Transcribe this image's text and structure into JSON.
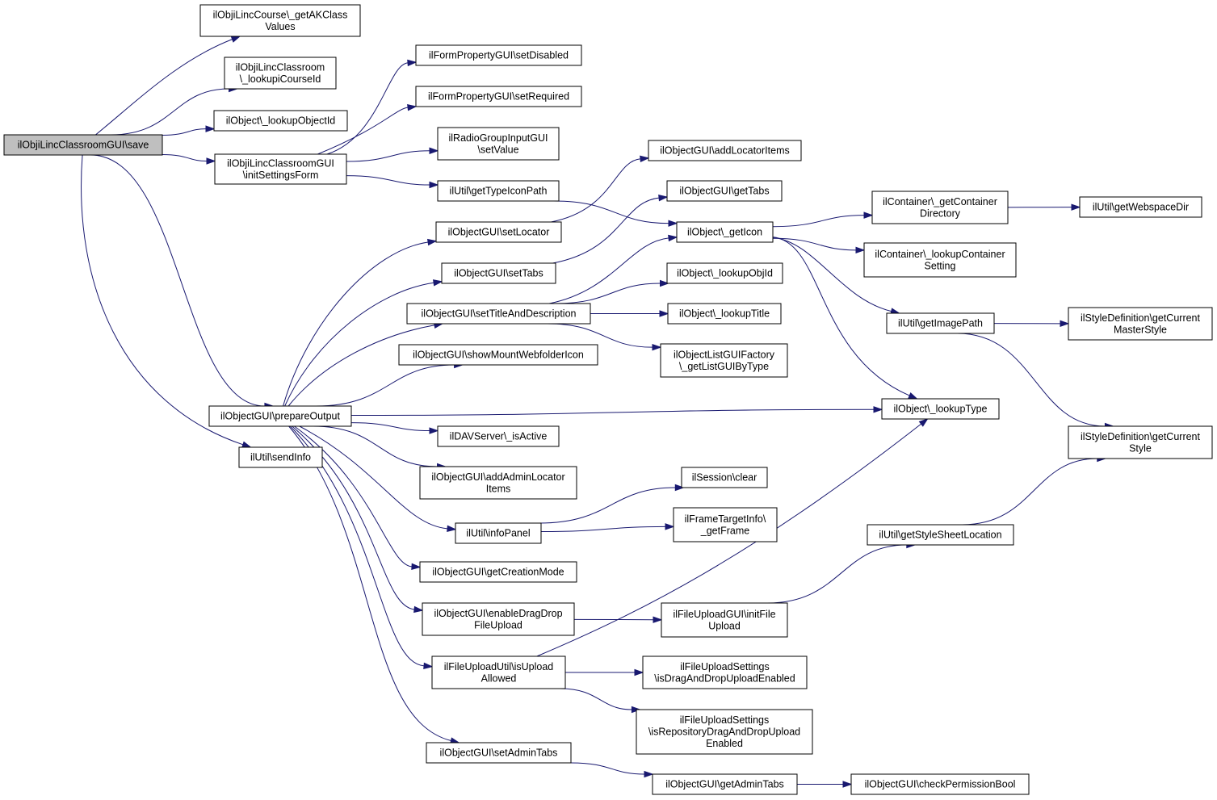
{
  "colors": {
    "edge": "#191970",
    "node_fill": "#ffffff",
    "root_fill": "#bfbfbf",
    "border": "#000000"
  },
  "root": "save",
  "nodes": [
    {
      "id": "save",
      "lines": [
        "ilObjiLincClassroomGUI\\save"
      ]
    },
    {
      "id": "getAK",
      "lines": [
        "ilObjiLincCourse\\_getAKClass",
        "Values"
      ]
    },
    {
      "id": "lookupiCourse",
      "lines": [
        "ilObjiLincClassroom",
        "\\_lookupiCourseId"
      ]
    },
    {
      "id": "lookupObjectId",
      "lines": [
        "ilObject\\_lookupObjectId"
      ]
    },
    {
      "id": "initSettings",
      "lines": [
        "ilObjiLincClassroomGUI",
        "\\initSettingsForm"
      ]
    },
    {
      "id": "prepareOutput",
      "lines": [
        "ilObjectGUI\\prepareOutput"
      ]
    },
    {
      "id": "sendInfo",
      "lines": [
        "ilUtil\\sendInfo"
      ]
    },
    {
      "id": "setDisabled",
      "lines": [
        "ilFormPropertyGUI\\setDisabled"
      ]
    },
    {
      "id": "setRequired",
      "lines": [
        "ilFormPropertyGUI\\setRequired"
      ]
    },
    {
      "id": "setValue",
      "lines": [
        "ilRadioGroupInputGUI",
        "\\setValue"
      ]
    },
    {
      "id": "getTypeIconPath",
      "lines": [
        "ilUtil\\getTypeIconPath"
      ]
    },
    {
      "id": "setLocator",
      "lines": [
        "ilObjectGUI\\setLocator"
      ]
    },
    {
      "id": "setTabs",
      "lines": [
        "ilObjectGUI\\setTabs"
      ]
    },
    {
      "id": "setTitleAndDesc",
      "lines": [
        "ilObjectGUI\\setTitleAndDescription"
      ]
    },
    {
      "id": "showMount",
      "lines": [
        "ilObjectGUI\\showMountWebfolderIcon"
      ]
    },
    {
      "id": "davActive",
      "lines": [
        "ilDAVServer\\_isActive"
      ]
    },
    {
      "id": "addAdminLoc",
      "lines": [
        "ilObjectGUI\\addAdminLocator",
        "Items"
      ]
    },
    {
      "id": "infoPanel",
      "lines": [
        "ilUtil\\infoPanel"
      ]
    },
    {
      "id": "getCreationMode",
      "lines": [
        "ilObjectGUI\\getCreationMode"
      ]
    },
    {
      "id": "enableDrag",
      "lines": [
        "ilObjectGUI\\enableDragDrop",
        "FileUpload"
      ]
    },
    {
      "id": "isUploadAllowed",
      "lines": [
        "ilFileUploadUtil\\isUpload",
        "Allowed"
      ]
    },
    {
      "id": "setAdminTabs",
      "lines": [
        "ilObjectGUI\\setAdminTabs"
      ]
    },
    {
      "id": "addLocatorItems",
      "lines": [
        "ilObjectGUI\\addLocatorItems"
      ]
    },
    {
      "id": "getTabs",
      "lines": [
        "ilObjectGUI\\getTabs"
      ]
    },
    {
      "id": "getIcon",
      "lines": [
        "ilObject\\_getIcon"
      ]
    },
    {
      "id": "lookupObjId",
      "lines": [
        "ilObject\\_lookupObjId"
      ]
    },
    {
      "id": "lookupTitle",
      "lines": [
        "ilObject\\_lookupTitle"
      ]
    },
    {
      "id": "listGUIFactory",
      "lines": [
        "ilObjectListGUIFactory",
        "\\_getListGUIByType"
      ]
    },
    {
      "id": "sessionClear",
      "lines": [
        "ilSession\\clear"
      ]
    },
    {
      "id": "frameTarget",
      "lines": [
        "ilFrameTargetInfo\\",
        "_getFrame"
      ]
    },
    {
      "id": "initFileUpload",
      "lines": [
        "ilFileUploadGUI\\initFile",
        "Upload"
      ]
    },
    {
      "id": "isDragDropEnabled",
      "lines": [
        "ilFileUploadSettings",
        "\\isDragAndDropUploadEnabled"
      ]
    },
    {
      "id": "isRepoDragDrop",
      "lines": [
        "ilFileUploadSettings",
        "\\isRepositoryDragAndDropUpload",
        "Enabled"
      ]
    },
    {
      "id": "getAdminTabs",
      "lines": [
        "ilObjectGUI\\getAdminTabs"
      ]
    },
    {
      "id": "getContainerDir",
      "lines": [
        "ilContainer\\_getContainer",
        "Directory"
      ]
    },
    {
      "id": "lookupContainerSetting",
      "lines": [
        "ilContainer\\_lookupContainer",
        "Setting"
      ]
    },
    {
      "id": "getImagePath",
      "lines": [
        "ilUtil\\getImagePath"
      ]
    },
    {
      "id": "lookupType",
      "lines": [
        "ilObject\\_lookupType"
      ]
    },
    {
      "id": "getStyleSheetLoc",
      "lines": [
        "ilUtil\\getStyleSheetLocation"
      ]
    },
    {
      "id": "checkPermBool",
      "lines": [
        "ilObjectGUI\\checkPermissionBool"
      ]
    },
    {
      "id": "getWebspaceDir",
      "lines": [
        "ilUtil\\getWebspaceDir"
      ]
    },
    {
      "id": "getCurrentMasterStyle",
      "lines": [
        "ilStyleDefinition\\getCurrent",
        "MasterStyle"
      ]
    },
    {
      "id": "getCurrentStyle",
      "lines": [
        "ilStyleDefinition\\getCurrent",
        "Style"
      ]
    }
  ],
  "edges": [
    [
      "save",
      "getAK"
    ],
    [
      "save",
      "lookupiCourse"
    ],
    [
      "save",
      "lookupObjectId"
    ],
    [
      "save",
      "initSettings"
    ],
    [
      "save",
      "prepareOutput"
    ],
    [
      "save",
      "sendInfo"
    ],
    [
      "initSettings",
      "setDisabled"
    ],
    [
      "initSettings",
      "setRequired"
    ],
    [
      "initSettings",
      "setValue"
    ],
    [
      "initSettings",
      "getTypeIconPath"
    ],
    [
      "getTypeIconPath",
      "getIcon"
    ],
    [
      "prepareOutput",
      "setLocator"
    ],
    [
      "prepareOutput",
      "setTabs"
    ],
    [
      "prepareOutput",
      "setTitleAndDesc"
    ],
    [
      "prepareOutput",
      "showMount"
    ],
    [
      "prepareOutput",
      "lookupType"
    ],
    [
      "prepareOutput",
      "davActive"
    ],
    [
      "prepareOutput",
      "addAdminLoc"
    ],
    [
      "prepareOutput",
      "infoPanel"
    ],
    [
      "prepareOutput",
      "getCreationMode"
    ],
    [
      "prepareOutput",
      "enableDrag"
    ],
    [
      "prepareOutput",
      "isUploadAllowed"
    ],
    [
      "prepareOutput",
      "setAdminTabs"
    ],
    [
      "setLocator",
      "addLocatorItems"
    ],
    [
      "setTabs",
      "getTabs"
    ],
    [
      "setTitleAndDesc",
      "getIcon"
    ],
    [
      "setTitleAndDesc",
      "lookupObjId"
    ],
    [
      "setTitleAndDesc",
      "lookupTitle"
    ],
    [
      "setTitleAndDesc",
      "listGUIFactory"
    ],
    [
      "infoPanel",
      "sessionClear"
    ],
    [
      "infoPanel",
      "frameTarget"
    ],
    [
      "enableDrag",
      "initFileUpload"
    ],
    [
      "initFileUpload",
      "getStyleSheetLoc"
    ],
    [
      "isUploadAllowed",
      "lookupType"
    ],
    [
      "isUploadAllowed",
      "isDragDropEnabled"
    ],
    [
      "isUploadAllowed",
      "isRepoDragDrop"
    ],
    [
      "setAdminTabs",
      "getAdminTabs"
    ],
    [
      "getAdminTabs",
      "checkPermBool"
    ],
    [
      "getIcon",
      "getContainerDir"
    ],
    [
      "getIcon",
      "lookupContainerSetting"
    ],
    [
      "getIcon",
      "getImagePath"
    ],
    [
      "getIcon",
      "lookupType"
    ],
    [
      "getContainerDir",
      "getWebspaceDir"
    ],
    [
      "getImagePath",
      "getCurrentMasterStyle"
    ],
    [
      "getImagePath",
      "getCurrentStyle"
    ],
    [
      "getStyleSheetLoc",
      "getCurrentStyle"
    ]
  ]
}
